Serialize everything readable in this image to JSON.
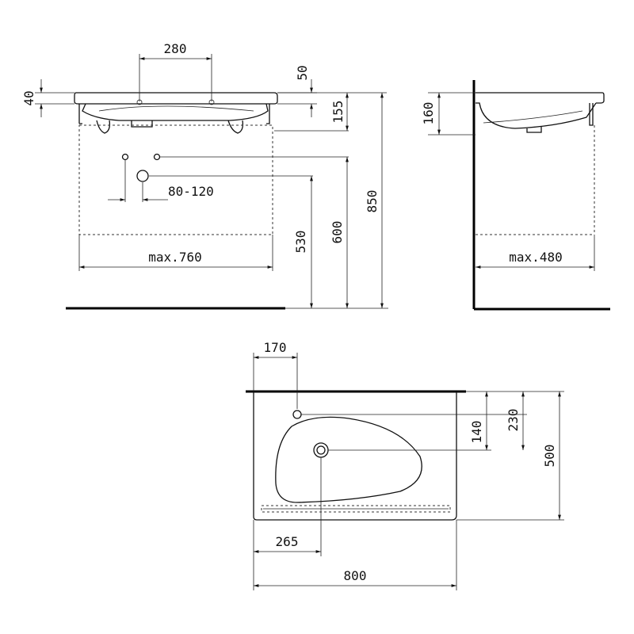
{
  "front_view": {
    "dim_basin_depth": "40",
    "dim_tap_spacing": "280",
    "dim_overflow": "50",
    "dim_siphon": "155",
    "dim_drain_offset": "80-120",
    "dim_cabinet_width": "max.760",
    "dim_waste_height": "530",
    "dim_supply_height": "600",
    "dim_top_height": "850"
  },
  "side_view": {
    "dim_basin_height": "160",
    "dim_cabinet_depth": "max.480"
  },
  "plan_view": {
    "dim_taphole_offset": "170",
    "dim_drain_depth": "140",
    "dim_taphole_depth": "230",
    "dim_overall_depth": "500",
    "dim_drain_offset": "265",
    "dim_overall_width": "800"
  }
}
